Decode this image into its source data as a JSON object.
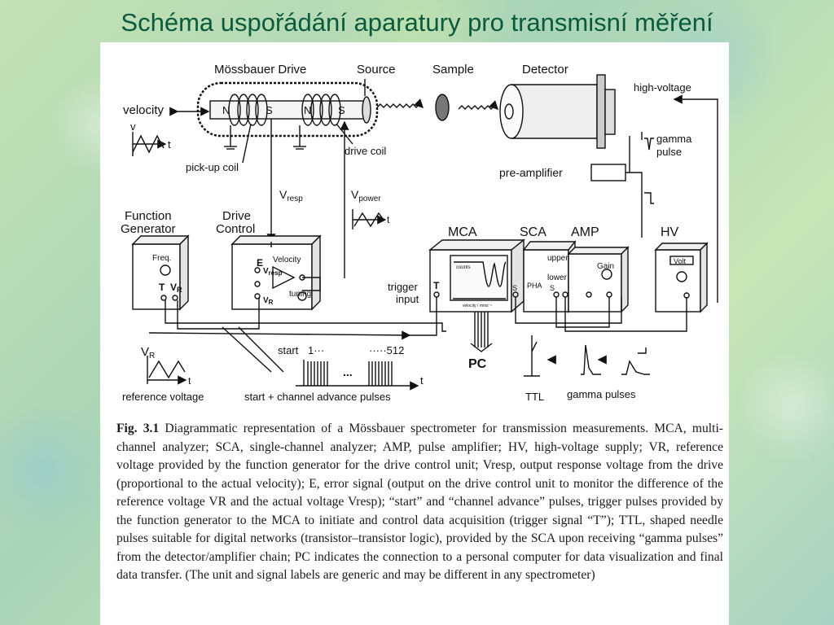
{
  "slide": {
    "title": "Schéma uspořádání aparatury pro transmisní měření"
  },
  "labels": {
    "mossbauer_drive": "Mössbauer Drive",
    "source": "Source",
    "sample": "Sample",
    "detector": "Detector",
    "high_voltage": "high-voltage",
    "velocity": "velocity",
    "v": "v",
    "t": "t",
    "pickup_coil": "pick-up coil",
    "drive_coil": "drive coil",
    "gamma_pulse_1": "gamma",
    "gamma_pulse_2": "pulse",
    "pre_amplifier": "pre-amplifier",
    "v_resp_main": "V",
    "v_resp_sub": "resp",
    "v_power_main": "V",
    "v_power_sub": "power",
    "function_generator_1": "Function",
    "function_generator_2": "Generator",
    "drive_control_1": "Drive",
    "drive_control_2": "Control",
    "mca": "MCA",
    "sca": "SCA",
    "amp": "AMP",
    "hv": "HV",
    "freq": "Freq.",
    "fg_T": "T",
    "fg_VR_main": "V",
    "fg_VR_sub": "R",
    "dc_E": "E",
    "dc_velocity": "Velocity",
    "dc_vresp_main": "V",
    "dc_vresp_sub": "resp",
    "dc_vr_main": "V",
    "dc_vr_sub": "R",
    "dc_tuning": "tuning",
    "mca_counts": "counts",
    "mca_velocity_axis": "velocity / mms⁻¹",
    "mca_T": "T",
    "trigger_input_1": "trigger",
    "trigger_input_2": "input",
    "sca_pha": "PHA",
    "sca_S1": "S",
    "sca_S2": "S",
    "sca_upper": "upper",
    "sca_lower": "lower",
    "amp_gain": "Gain",
    "hv_volt": "Volt",
    "pc": "PC",
    "ref_V_main": "V",
    "ref_V_sub": "R",
    "reference_voltage": "reference voltage",
    "start": "start",
    "start_one": "1···",
    "dots_mid": "...",
    "end_512": "·····512",
    "start_channel_pulses": "start + channel advance pulses",
    "ttl": "TTL",
    "gamma_pulses": "gamma pulses",
    "magnet_N1": "N",
    "magnet_S1": "S",
    "magnet_N2": "N",
    "magnet_S2": "S"
  },
  "caption": {
    "fig_label": "Fig. 3.1",
    "text": "Diagrammatic representation of a Mössbauer spectrometer for transmission measurements. MCA, multi-channel analyzer; SCA, single-channel analyzer; AMP, pulse amplifier; HV, high-voltage supply; VR, reference voltage provided by the function generator for the drive control unit; Vresp, output response voltage from the drive (proportional to the actual velocity); E, error signal (output on the drive control unit to monitor the difference of the reference voltage VR and the actual voltage Vresp); “start” and “channel advance” pulses, trigger pulses provided by the function generator to the MCA to initiate and control data acquisition (trigger signal “T”); TTL, shaped needle pulses suitable for digital networks (transistor–transistor logic), provided by the SCA upon receiving “gamma pulses” from the detector/amplifier chain; PC indicates the connection to a personal computer for data visualization and final data transfer. (The unit and signal labels are generic and may be different in any spectrometer)"
  }
}
